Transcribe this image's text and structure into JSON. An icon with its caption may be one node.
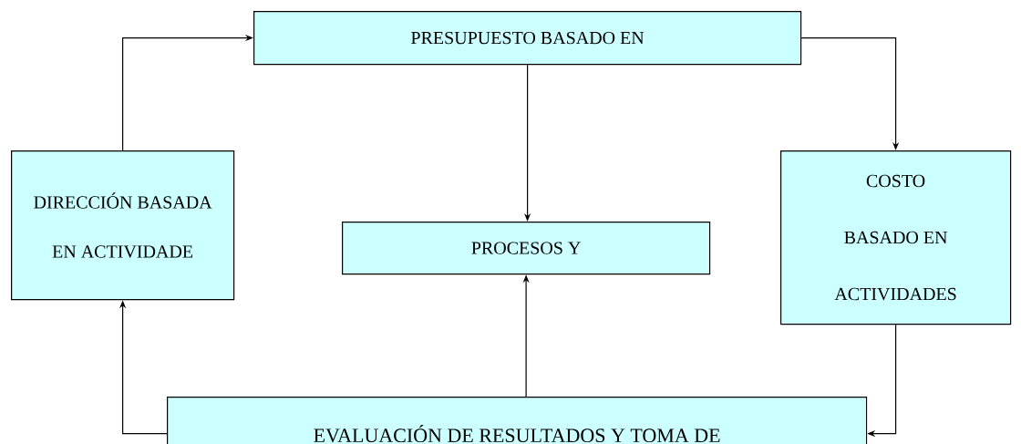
{
  "diagram": {
    "nodes": [
      {
        "text": [
          "PRESUPUESTO BASADO EN"
        ]
      },
      {
        "text": [
          "DIRECCIÓN BASADA EN ACTIVIDADE"
        ]
      },
      {
        "text": [
          "PROCESOS Y"
        ]
      },
      {
        "text": [
          "COSTO BASADO EN ACTIVIDADES"
        ]
      },
      {
        "text": [
          "EVALUACIÓN DE RESULTADOS Y TOMA DE"
        ]
      }
    ],
    "edges": [
      {
        "from": 1,
        "to": 0,
        "arrow": "to"
      },
      {
        "from": 0,
        "to": 3,
        "arrow": "to"
      },
      {
        "from": 0,
        "to": 2,
        "arrow": "to"
      },
      {
        "from": 3,
        "to": 4,
        "arrow": "to"
      },
      {
        "from": 4,
        "to": 2,
        "arrow": "to"
      },
      {
        "from": 4,
        "to": 1,
        "arrow": "to"
      }
    ]
  }
}
